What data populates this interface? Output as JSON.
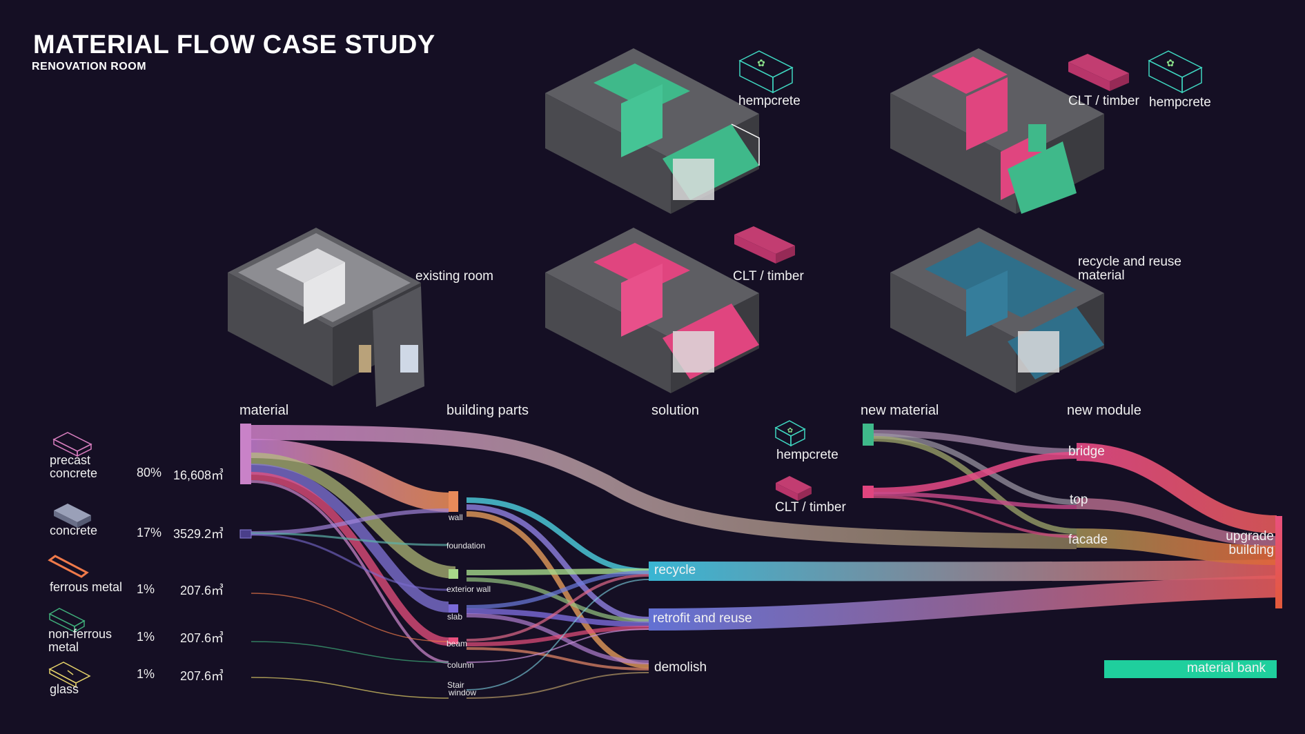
{
  "header": {
    "title": "MATERIAL FLOW CASE STUDY",
    "subtitle": "RENOVATION ROOM"
  },
  "scenarios": {
    "existing": "existing room",
    "hempcrete_option": "hempcrete",
    "clt_option": "CLT / timber",
    "combo_clt": "CLT / timber",
    "combo_hempcrete": "hempcrete",
    "recycle_option": "recycle and reuse material"
  },
  "columns": {
    "material": "material",
    "building_parts": "building parts",
    "solution": "solution",
    "new_material": "new material",
    "new_module": "new module"
  },
  "materials": [
    {
      "name": "precast concrete",
      "percent": "80%",
      "volume": "16,608㎥"
    },
    {
      "name": "concrete",
      "percent": "17%",
      "volume": "3529.2㎥"
    },
    {
      "name": "ferrous metal",
      "percent": "1%",
      "volume": "207.6㎥"
    },
    {
      "name": "non-ferrous metal",
      "percent": "1%",
      "volume": "207.6㎥"
    },
    {
      "name": "glass",
      "percent": "1%",
      "volume": "207.6㎥"
    }
  ],
  "building_parts": [
    "wall",
    "foundation",
    "exterior wall",
    "slab",
    "beam",
    "column",
    "Stair",
    "window"
  ],
  "solutions": [
    "recycle",
    "retrofit and reuse",
    "demolish"
  ],
  "new_materials": [
    "hempcrete",
    "CLT / timber"
  ],
  "new_modules": [
    "bridge",
    "top",
    "facade"
  ],
  "outcomes": [
    "upgrade building",
    "material bank"
  ],
  "colors": {
    "background": "#150f24",
    "hempcrete": "#3fb98a",
    "clt": "#e0457f",
    "recycle": "#2f6f8a",
    "material_gradient": [
      "#d986c8",
      "#f08a5d",
      "#9ad27a",
      "#7b6fd6",
      "#e6537a"
    ],
    "demolish_bar": "#1fcf9d"
  },
  "icons": {
    "hempcrete": "hempcrete-block-icon",
    "clt": "clt-timber-icon",
    "precast_concrete": "precast-slab-icon",
    "concrete": "concrete-block-icon",
    "ferrous_metal": "rebar-icon",
    "non_ferrous_metal": "metal-bar-icon",
    "glass": "glass-pane-icon"
  }
}
